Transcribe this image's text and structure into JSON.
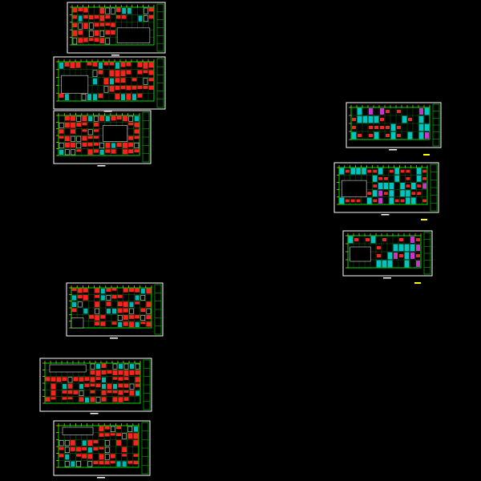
{
  "app": {
    "title": "",
    "background": "#000000"
  },
  "palette": {
    "frame": "#ffffff",
    "outline": "#00ff00",
    "grid": "#00ff00",
    "axis": "#ffff00",
    "column": "#ff2020",
    "wall": "#ffffff",
    "hatch_cyan": "#00e5e5",
    "hatch_magenta": "#ff40ff",
    "label": "#ffffff",
    "scale": "#ffff00"
  },
  "sheets": [
    {
      "id": "sheet-left-1",
      "style": "red",
      "block": "right-wide"
    },
    {
      "id": "sheet-left-2",
      "style": "red",
      "block": "left"
    },
    {
      "id": "sheet-left-3",
      "style": "red",
      "block": "right"
    },
    {
      "id": "sheet-left-4",
      "style": "red",
      "block": "left-strip"
    },
    {
      "id": "sheet-left-5",
      "style": "red",
      "block": "top-left"
    },
    {
      "id": "sheet-left-6",
      "style": "red",
      "block": "top-left"
    },
    {
      "id": "sheet-right-1",
      "style": "cyan",
      "block": "none"
    },
    {
      "id": "sheet-right-2",
      "style": "cyan",
      "block": "left"
    },
    {
      "id": "sheet-right-3",
      "style": "cyan",
      "block": "left"
    }
  ]
}
